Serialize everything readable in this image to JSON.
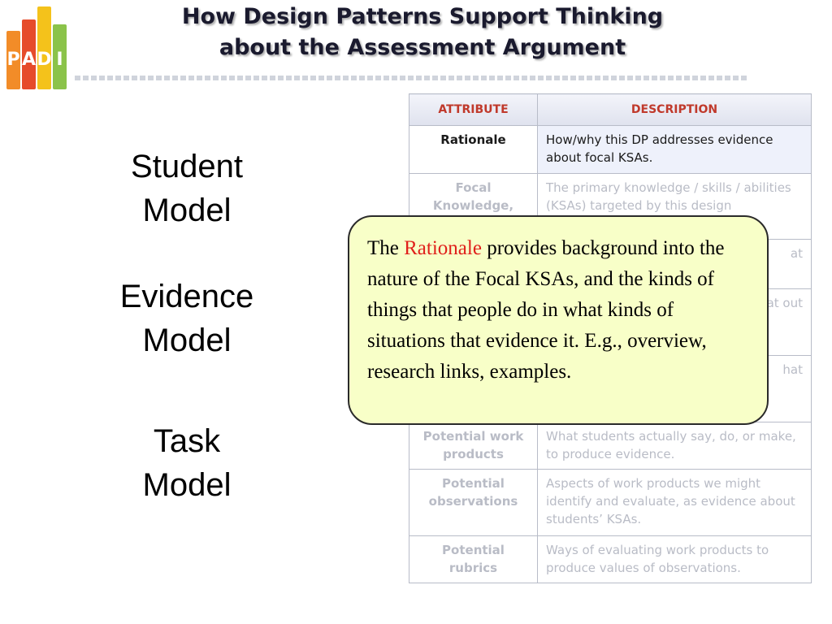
{
  "logo": {
    "letters": [
      "P",
      "A",
      "D",
      "I"
    ]
  },
  "title": {
    "line1": "How Design Patterns Support Thinking",
    "line2": "about the Assessment Argument"
  },
  "models": {
    "student": [
      "Student",
      "Model"
    ],
    "evidence": [
      "Evidence",
      "Model"
    ],
    "task": [
      "Task",
      "Model"
    ]
  },
  "table": {
    "headers": {
      "attribute": "ATTRIBUTE",
      "description": "DESCRIPTION"
    },
    "rows": [
      {
        "attribute": "Rationale",
        "description": "How/why this DP addresses evidence about focal KSAs."
      },
      {
        "attribute": "Focal Knowledge,",
        "description": "The primary knowledge / skills / abilities (KSAs) targeted by this design"
      },
      {
        "attribute": "",
        "description": "at"
      },
      {
        "attribute": "",
        "description": "hat out"
      },
      {
        "attribute": "",
        "description": "hat"
      },
      {
        "attribute": "Potential work products",
        "description": "What students actually say, do, or make, to produce evidence."
      },
      {
        "attribute": "Potential observations",
        "description": "Aspects of work products we might identify and evaluate, as evidence about students’ KSAs."
      },
      {
        "attribute": "Potential rubrics",
        "description": "Ways of evaluating work products to produce values of observations."
      }
    ]
  },
  "callout": {
    "prefix": "The ",
    "highlight": "Rationale",
    "text": " provides background into the nature of the Focal KSAs, and the kinds of things that people do in what kinds of situations that evidence it.  E.g., overview, research links, examples.",
    "highlight_color": "#e0201b"
  }
}
